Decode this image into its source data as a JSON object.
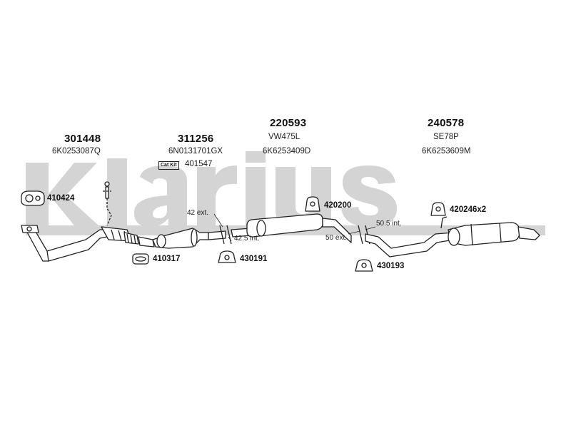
{
  "watermark": {
    "brand": "klarius",
    "color": "#c9c9c9"
  },
  "groups": [
    {
      "part": "301448",
      "ref": "6K0253087Q"
    },
    {
      "part": "311256",
      "ref": "6N0131701GX",
      "cat_kit_label": "Cat Kit",
      "cat_kit_no": "401547"
    },
    {
      "part": "220593",
      "sub": "VW475L",
      "ref": "6K6253409D"
    },
    {
      "part": "240578",
      "sub": "SE78P",
      "ref": "6K6253609M"
    }
  ],
  "fittings": {
    "f410424": "410424",
    "f410317": "410317",
    "f430191": "430191",
    "f420200": "420200",
    "f430193": "430193",
    "f420246": "420246x2"
  },
  "dims": {
    "d42ext": "42 ext.",
    "d425int": "42.5 int.",
    "d50ext": "50 ext.",
    "d505int": "50.5 int."
  }
}
